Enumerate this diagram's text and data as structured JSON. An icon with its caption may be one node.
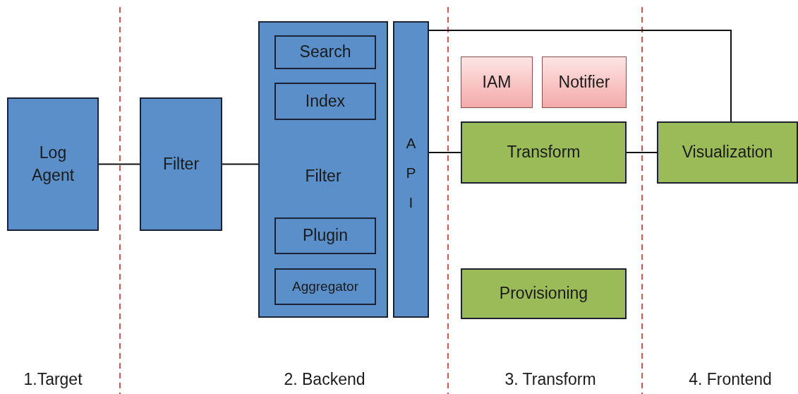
{
  "diagram": {
    "nodes": [
      {
        "text": [
          "Log Agent"
        ]
      },
      {
        "text": [
          "Filter"
        ]
      },
      {
        "text": [
          "Filter"
        ]
      },
      {
        "text": [
          "Search"
        ],
        "in": 2
      },
      {
        "text": [
          "Index"
        ],
        "in": 2
      },
      {
        "text": [
          "Plugin"
        ],
        "in": 2
      },
      {
        "text": [
          "Aggregator"
        ],
        "in": 2
      },
      {
        "text": [
          "API"
        ]
      },
      {
        "text": [
          "IAM"
        ]
      },
      {
        "text": [
          "Notifier"
        ]
      },
      {
        "text": [
          "Transform"
        ]
      },
      {
        "text": [
          "Provisioning"
        ]
      },
      {
        "text": [
          "Visualization"
        ]
      }
    ],
    "edges": [
      {
        "from": 0,
        "to": 1,
        "arrow": "none"
      },
      {
        "from": 1,
        "to": 2,
        "arrow": "none"
      },
      {
        "from": 7,
        "to": 10,
        "arrow": "none"
      },
      {
        "from": 10,
        "to": 12,
        "arrow": "none"
      },
      {
        "from": 7,
        "to": 12,
        "arrow": "none"
      }
    ],
    "labels": [
      "1.Target",
      "2. Backend",
      "3. Transform",
      "4. Frontend"
    ]
  }
}
